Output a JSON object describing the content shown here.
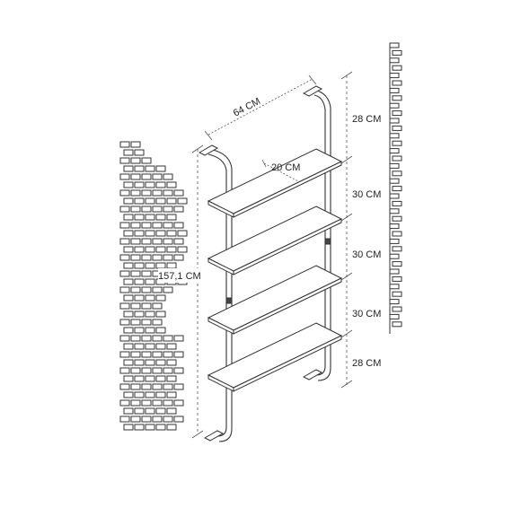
{
  "dimensions": {
    "width": "64 CM",
    "depth": "20 CM",
    "height": "157,1 CM",
    "top_gap": "28 CM",
    "shelf_gap_1": "30 CM",
    "shelf_gap_2": "30 CM",
    "shelf_gap_3": "30 CM",
    "bottom_gap": "28 CM"
  },
  "colors": {
    "line": "#333333",
    "shelf_fill": "#ffffff",
    "dash": "#555555"
  }
}
